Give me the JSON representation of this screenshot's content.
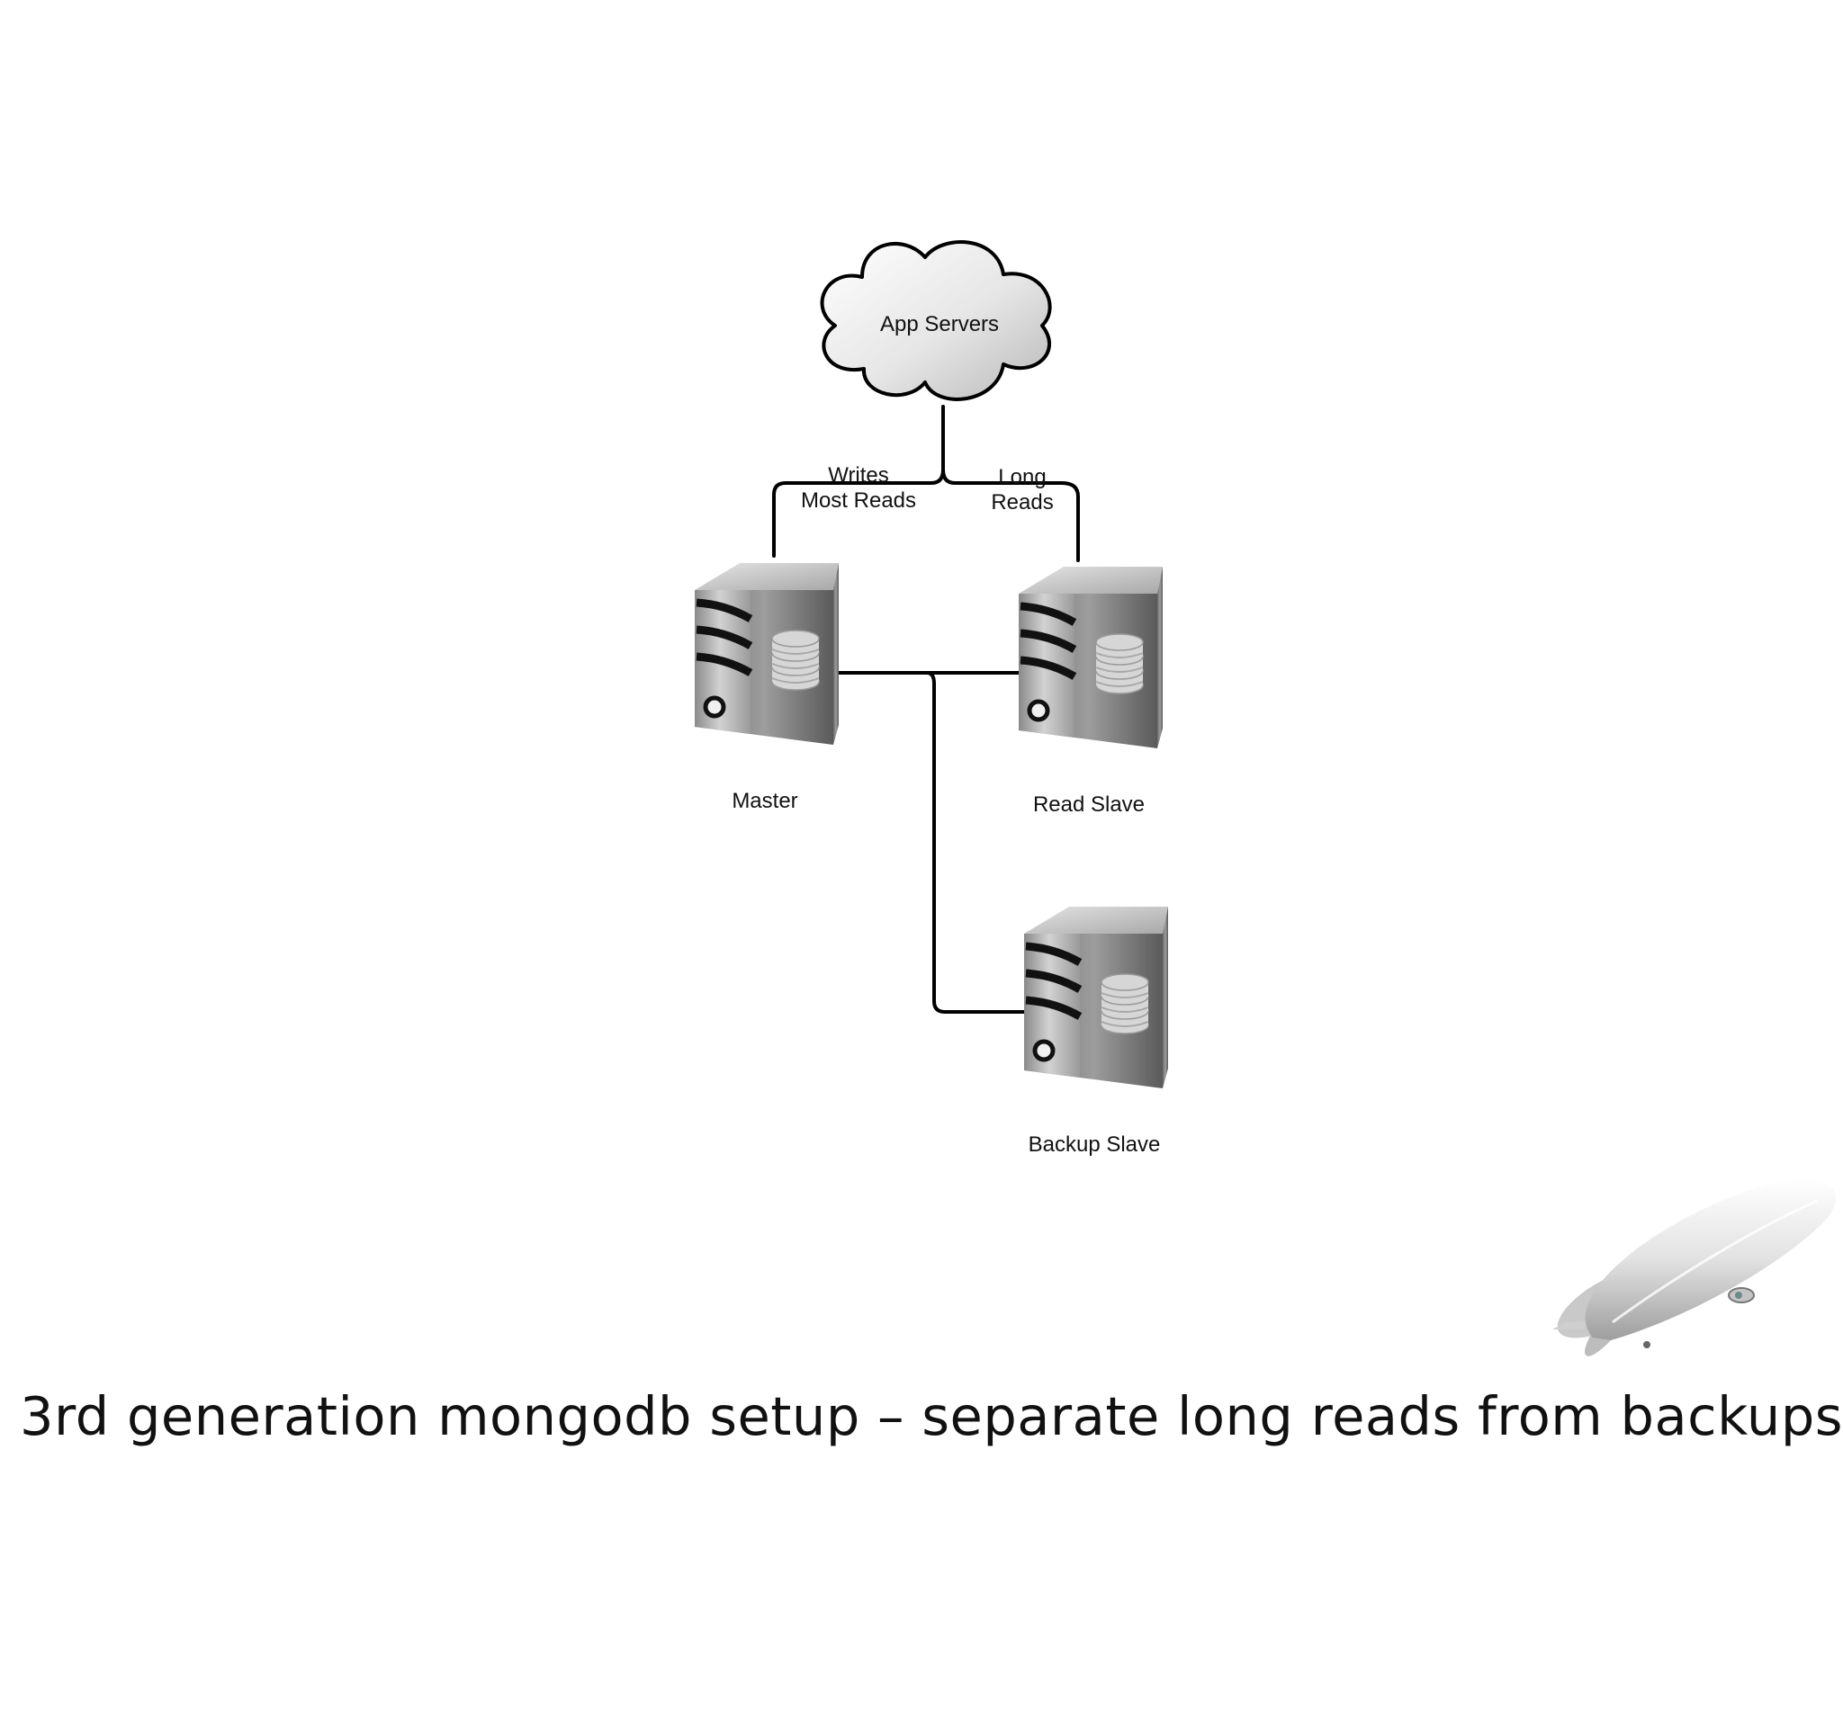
{
  "diagram": {
    "nodes": {
      "app_servers": "App Servers",
      "master": "Master",
      "read_slave": "Read Slave",
      "backup_slave": "Backup Slave"
    },
    "edges": {
      "writes_line1": "Writes",
      "writes_line2": "Most Reads",
      "long_line1": "Long",
      "long_line2": "Reads"
    }
  },
  "caption": "3rd generation mongodb setup – separate long reads from backups",
  "icons": {
    "cloud": "cloud-icon",
    "server": "database-server-icon",
    "airship": "airship-icon"
  }
}
